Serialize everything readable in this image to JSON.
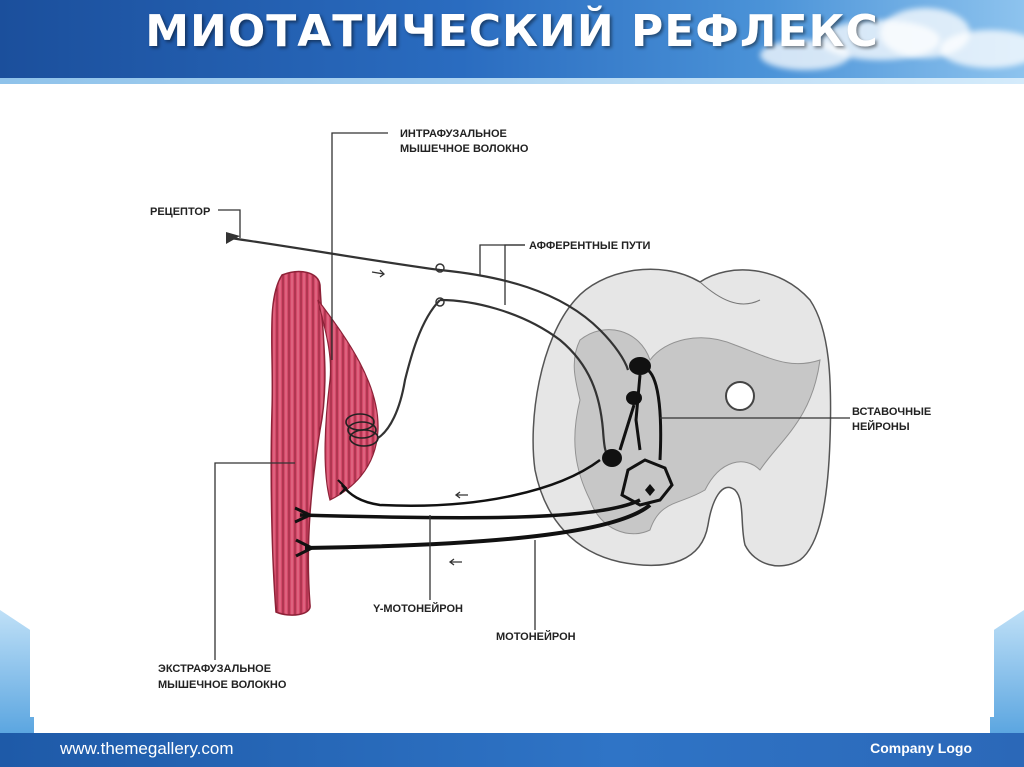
{
  "slide": {
    "title": "МИОТАТИЧЕСКИЙ РЕФЛЕКС",
    "footer_url": "www.themegallery.com",
    "footer_logo": "Company Logo"
  },
  "diagram": {
    "labels": {
      "intrafusal_line1": "ИНТРАФУЗАЛЬНОЕ",
      "intrafusal_line2": "МЫШЕЧНОЕ ВОЛОКНО",
      "receptor": "РЕЦЕПТОР",
      "afferent": "АФФЕРЕНТНЫЕ ПУТИ",
      "interneurons_line1": "ВСТАВОЧНЫЕ",
      "interneurons_line2": "НЕЙРОНЫ",
      "gamma_motoneuron": "Y-МОТОНЕЙРОН",
      "motoneuron": "МОТОНЕЙРОН",
      "extrafusal_line1": "ЭКСТРАФУЗАЛЬНОЕ",
      "extrafusal_line2": "МЫШЕЧНОЕ ВОЛОКНО"
    },
    "colors": {
      "muscle": "#c8385a",
      "muscle_dark": "#8e2238",
      "grey_matter": "#c9c9c9",
      "white_matter": "#ececec",
      "nerve": "#111111"
    }
  }
}
